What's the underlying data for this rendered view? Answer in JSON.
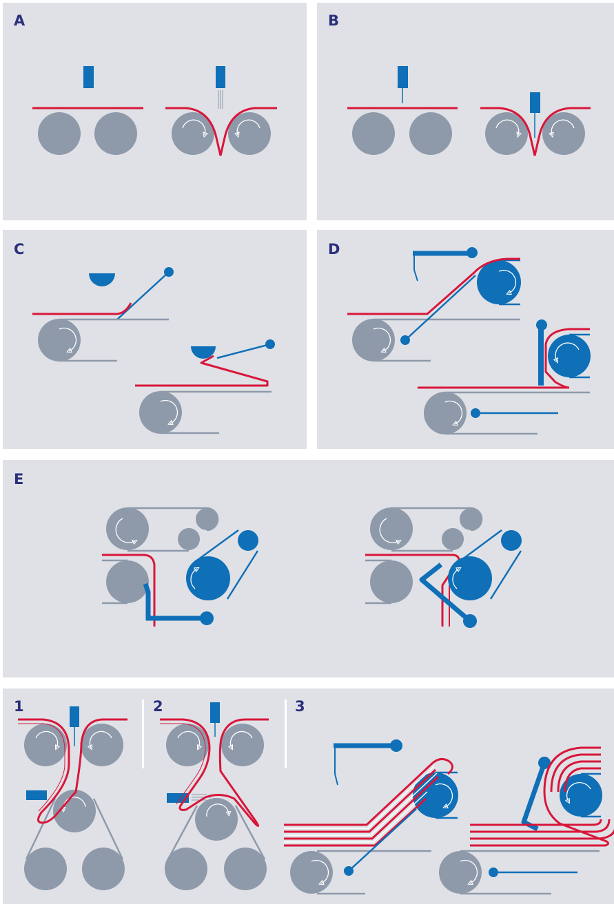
{
  "panels": {
    "a": {
      "label": "A"
    },
    "b": {
      "label": "B"
    },
    "c": {
      "label": "C"
    },
    "d": {
      "label": "D"
    },
    "e": {
      "label": "E"
    }
  },
  "steps": [
    {
      "label": "1"
    },
    {
      "label": "2"
    },
    {
      "label": "3"
    }
  ],
  "colors": {
    "background": "#dfe1e6",
    "roller": "#8e9aaa",
    "web": "#d9163a",
    "tool": "#0f6fb7",
    "label": "#2b2f7c"
  }
}
